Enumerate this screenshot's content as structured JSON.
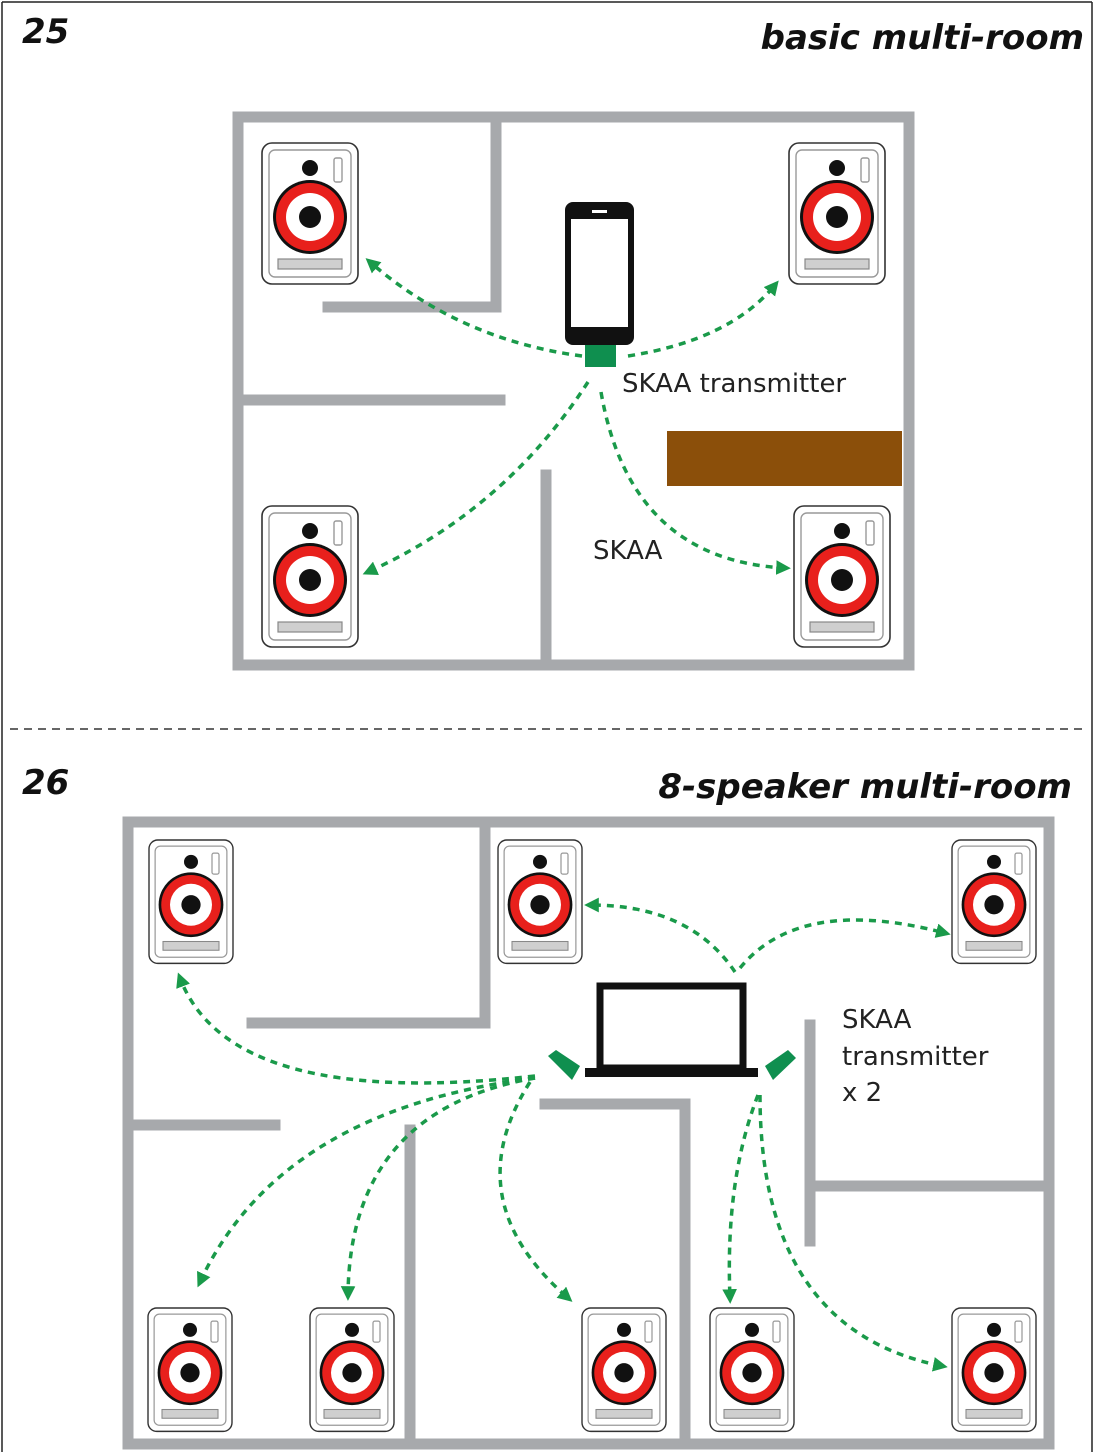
{
  "figure25": {
    "number": "25",
    "title": "basic multi-room",
    "transmitter_label": "SKAA transmitter",
    "signal_label": "SKAA"
  },
  "figure26": {
    "number": "26",
    "title": "8-speaker multi-room",
    "transmitter_label_line1": "SKAA",
    "transmitter_label_line2": "transmitter",
    "transmitter_label_line3": "x 2"
  },
  "colors": {
    "wall": "#a7a9ac",
    "speaker_ring": "#e8201c",
    "signal_arrow": "#1a9a4a",
    "transmitter": "#0f8f4f",
    "furniture": "#8b4f0a",
    "device_outline": "#111111"
  },
  "icons": [
    "speaker-icon",
    "smartphone-icon",
    "laptop-icon",
    "transmitter-dongle-icon",
    "signal-arrow"
  ]
}
